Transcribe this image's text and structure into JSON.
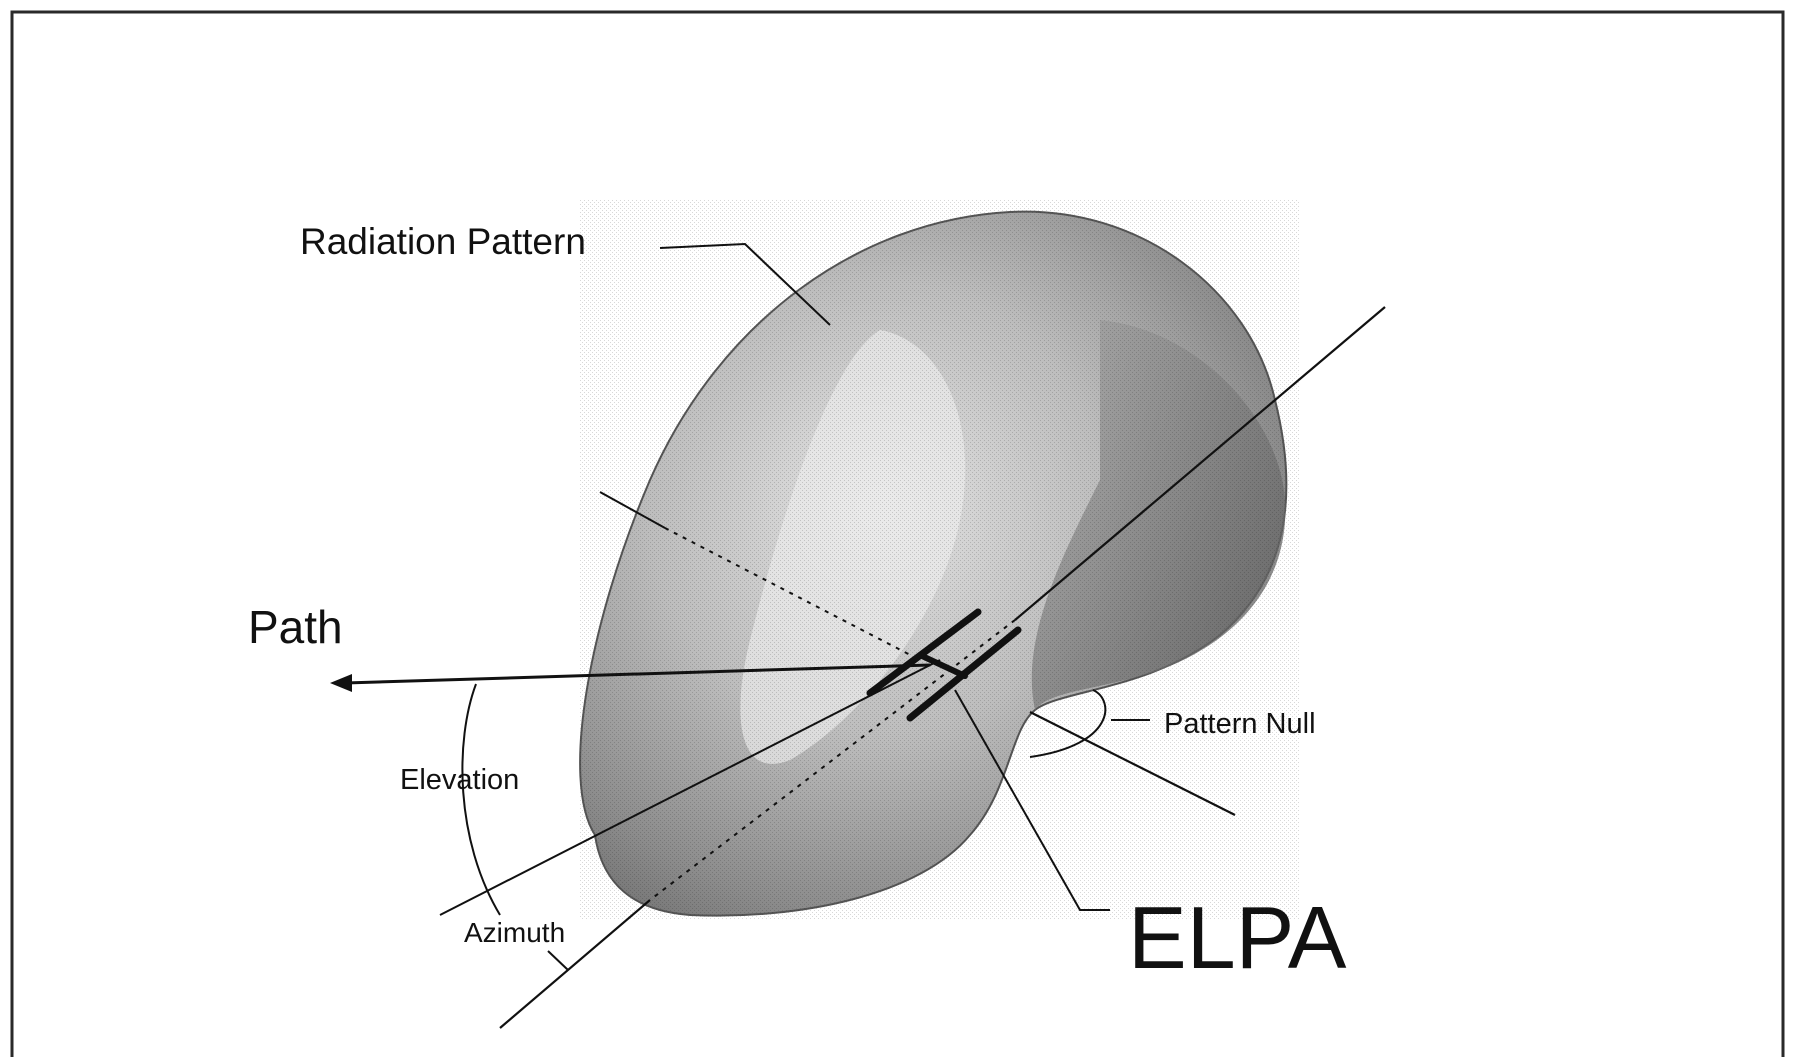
{
  "labels": {
    "radiation_pattern": "Radiation Pattern",
    "path": "Path",
    "elevation": "Elevation",
    "azimuth": "Azimuth",
    "pattern_null": "Pattern Null",
    "elpa": "ELPA"
  },
  "colors": {
    "ink": "#111111",
    "frame": "#2a2a2a",
    "pattern_light": "#d8d8d8",
    "pattern_mid": "#9a9a9a",
    "pattern_dark": "#5c5c5c"
  }
}
